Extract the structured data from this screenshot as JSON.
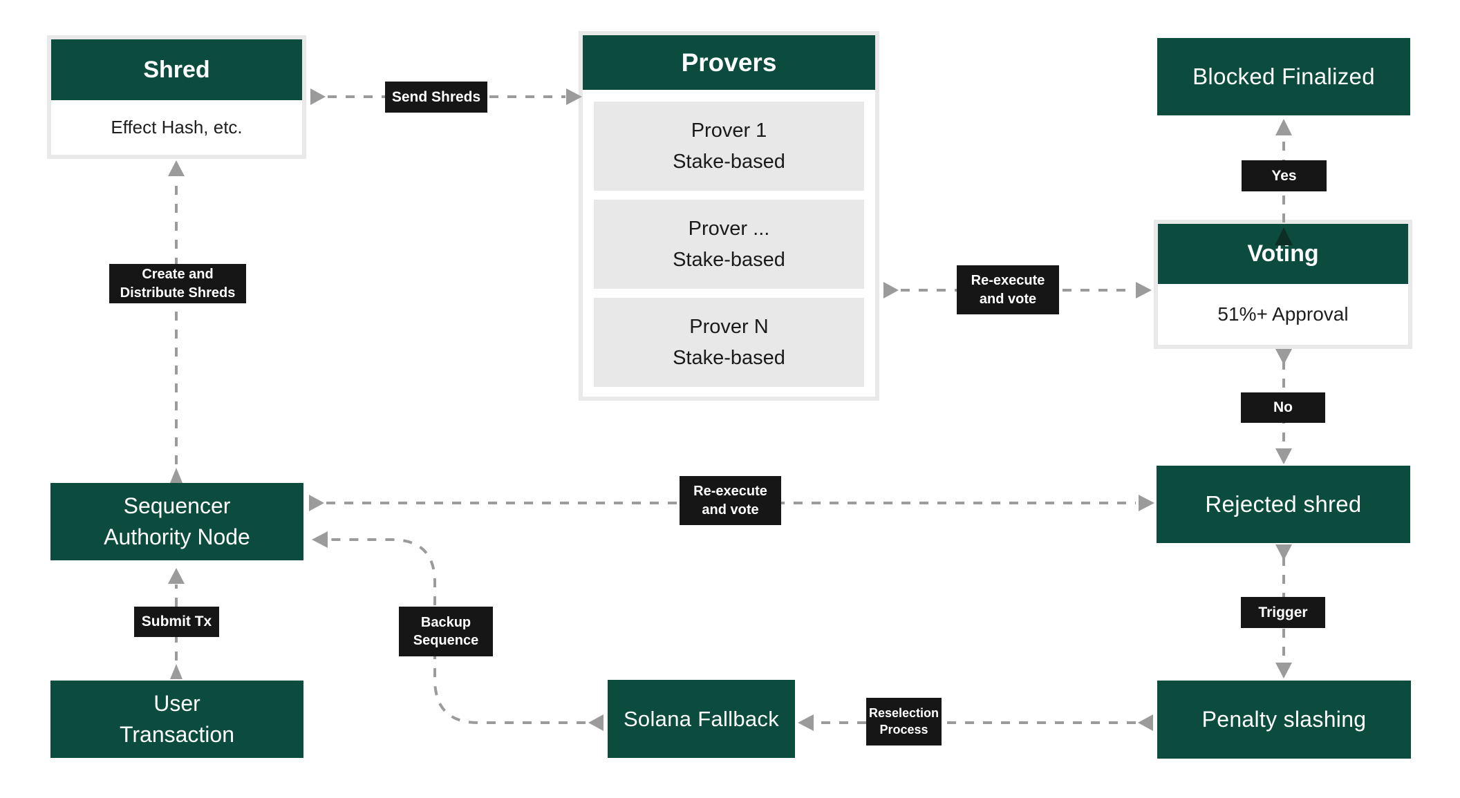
{
  "diagram": {
    "nodes": {
      "shred": {
        "title": "Shred",
        "body": "Effect Hash, etc."
      },
      "provers": {
        "title": "Provers",
        "items": [
          {
            "name": "Prover 1",
            "type": "Stake-based"
          },
          {
            "name": "Prover ...",
            "type": "Stake-based"
          },
          {
            "name": "Prover N",
            "type": "Stake-based"
          }
        ]
      },
      "blocked_finalized": {
        "title": "Blocked Finalized"
      },
      "voting": {
        "title": "Voting",
        "body": "51%+ Approval"
      },
      "rejected_shred": {
        "title": "Rejected shred"
      },
      "sequencer": {
        "line1": "Sequencer",
        "line2": "Authority Node"
      },
      "user_transaction": {
        "line1": "User",
        "line2": "Transaction"
      },
      "solana_fallback": {
        "title": "Solana Fallback"
      },
      "penalty_slashing": {
        "title": "Penalty slashing"
      }
    },
    "edge_labels": {
      "send_shreds": "Send Shreds",
      "create_distribute": {
        "line1": "Create and",
        "line2": "Distribute Shreds"
      },
      "submit_tx": "Submit Tx",
      "reexecute_vote_provers": {
        "line1": "Re-execute",
        "line2": "and vote"
      },
      "reexecute_vote_sequencer": {
        "line1": "Re-execute",
        "line2": "and vote"
      },
      "yes": "Yes",
      "no": "No",
      "trigger": "Trigger",
      "backup_sequence": {
        "line1": "Backup",
        "line2": "Sequence"
      },
      "reselection_process": {
        "line1": "Reselection",
        "line2": "Process"
      }
    },
    "colors": {
      "node_green": "#0b4c3e",
      "label_black": "#161616",
      "dash_gray": "#9b9b9b",
      "frame_border": "#e9e9e9",
      "prover_item_bg": "#e8e8e8"
    }
  }
}
